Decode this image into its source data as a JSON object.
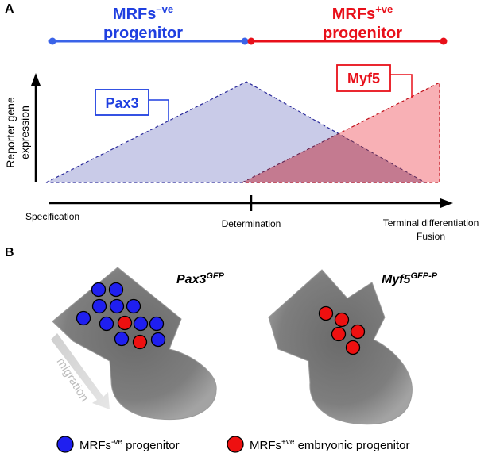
{
  "panel_a": {
    "letter": "A",
    "neg_header": {
      "base": "MRFs",
      "sup": "–ve",
      "line2": "progenitor"
    },
    "pos_header": {
      "base": "MRFs",
      "sup": "+ve",
      "line2": "progenitor"
    },
    "y_axis": {
      "line1": "Reporter gene",
      "line2": "expression"
    },
    "pax3_label": "Pax3",
    "myf5_label": "Myf5",
    "stages": {
      "specification": "Specification",
      "determination": "Determination",
      "terminal_line1": "Terminal differentiation",
      "terminal_line2": "Fusion"
    }
  },
  "panel_b": {
    "letter": "B",
    "left_title": {
      "base": "Pax3",
      "sup": "GFP"
    },
    "right_title": {
      "base": "Myf5",
      "sup": "GFP-P"
    },
    "migration_label": "migration",
    "legend": {
      "neg": {
        "base": "MRFs",
        "sup": "-ve",
        "rest": " progenitor"
      },
      "pos": {
        "base": "MRFs",
        "sup": "+ve",
        "rest": " embryonic progenitor"
      }
    }
  },
  "colors": {
    "blue": "#1f3fe0",
    "line_blue": "#3a63e8",
    "red": "#e8101a",
    "pax3_fill": "#c9cbe8",
    "myf5_fill": "#f7a7ad",
    "overlap_fill": "#c47a90",
    "tissue": "#8a8a8a"
  }
}
